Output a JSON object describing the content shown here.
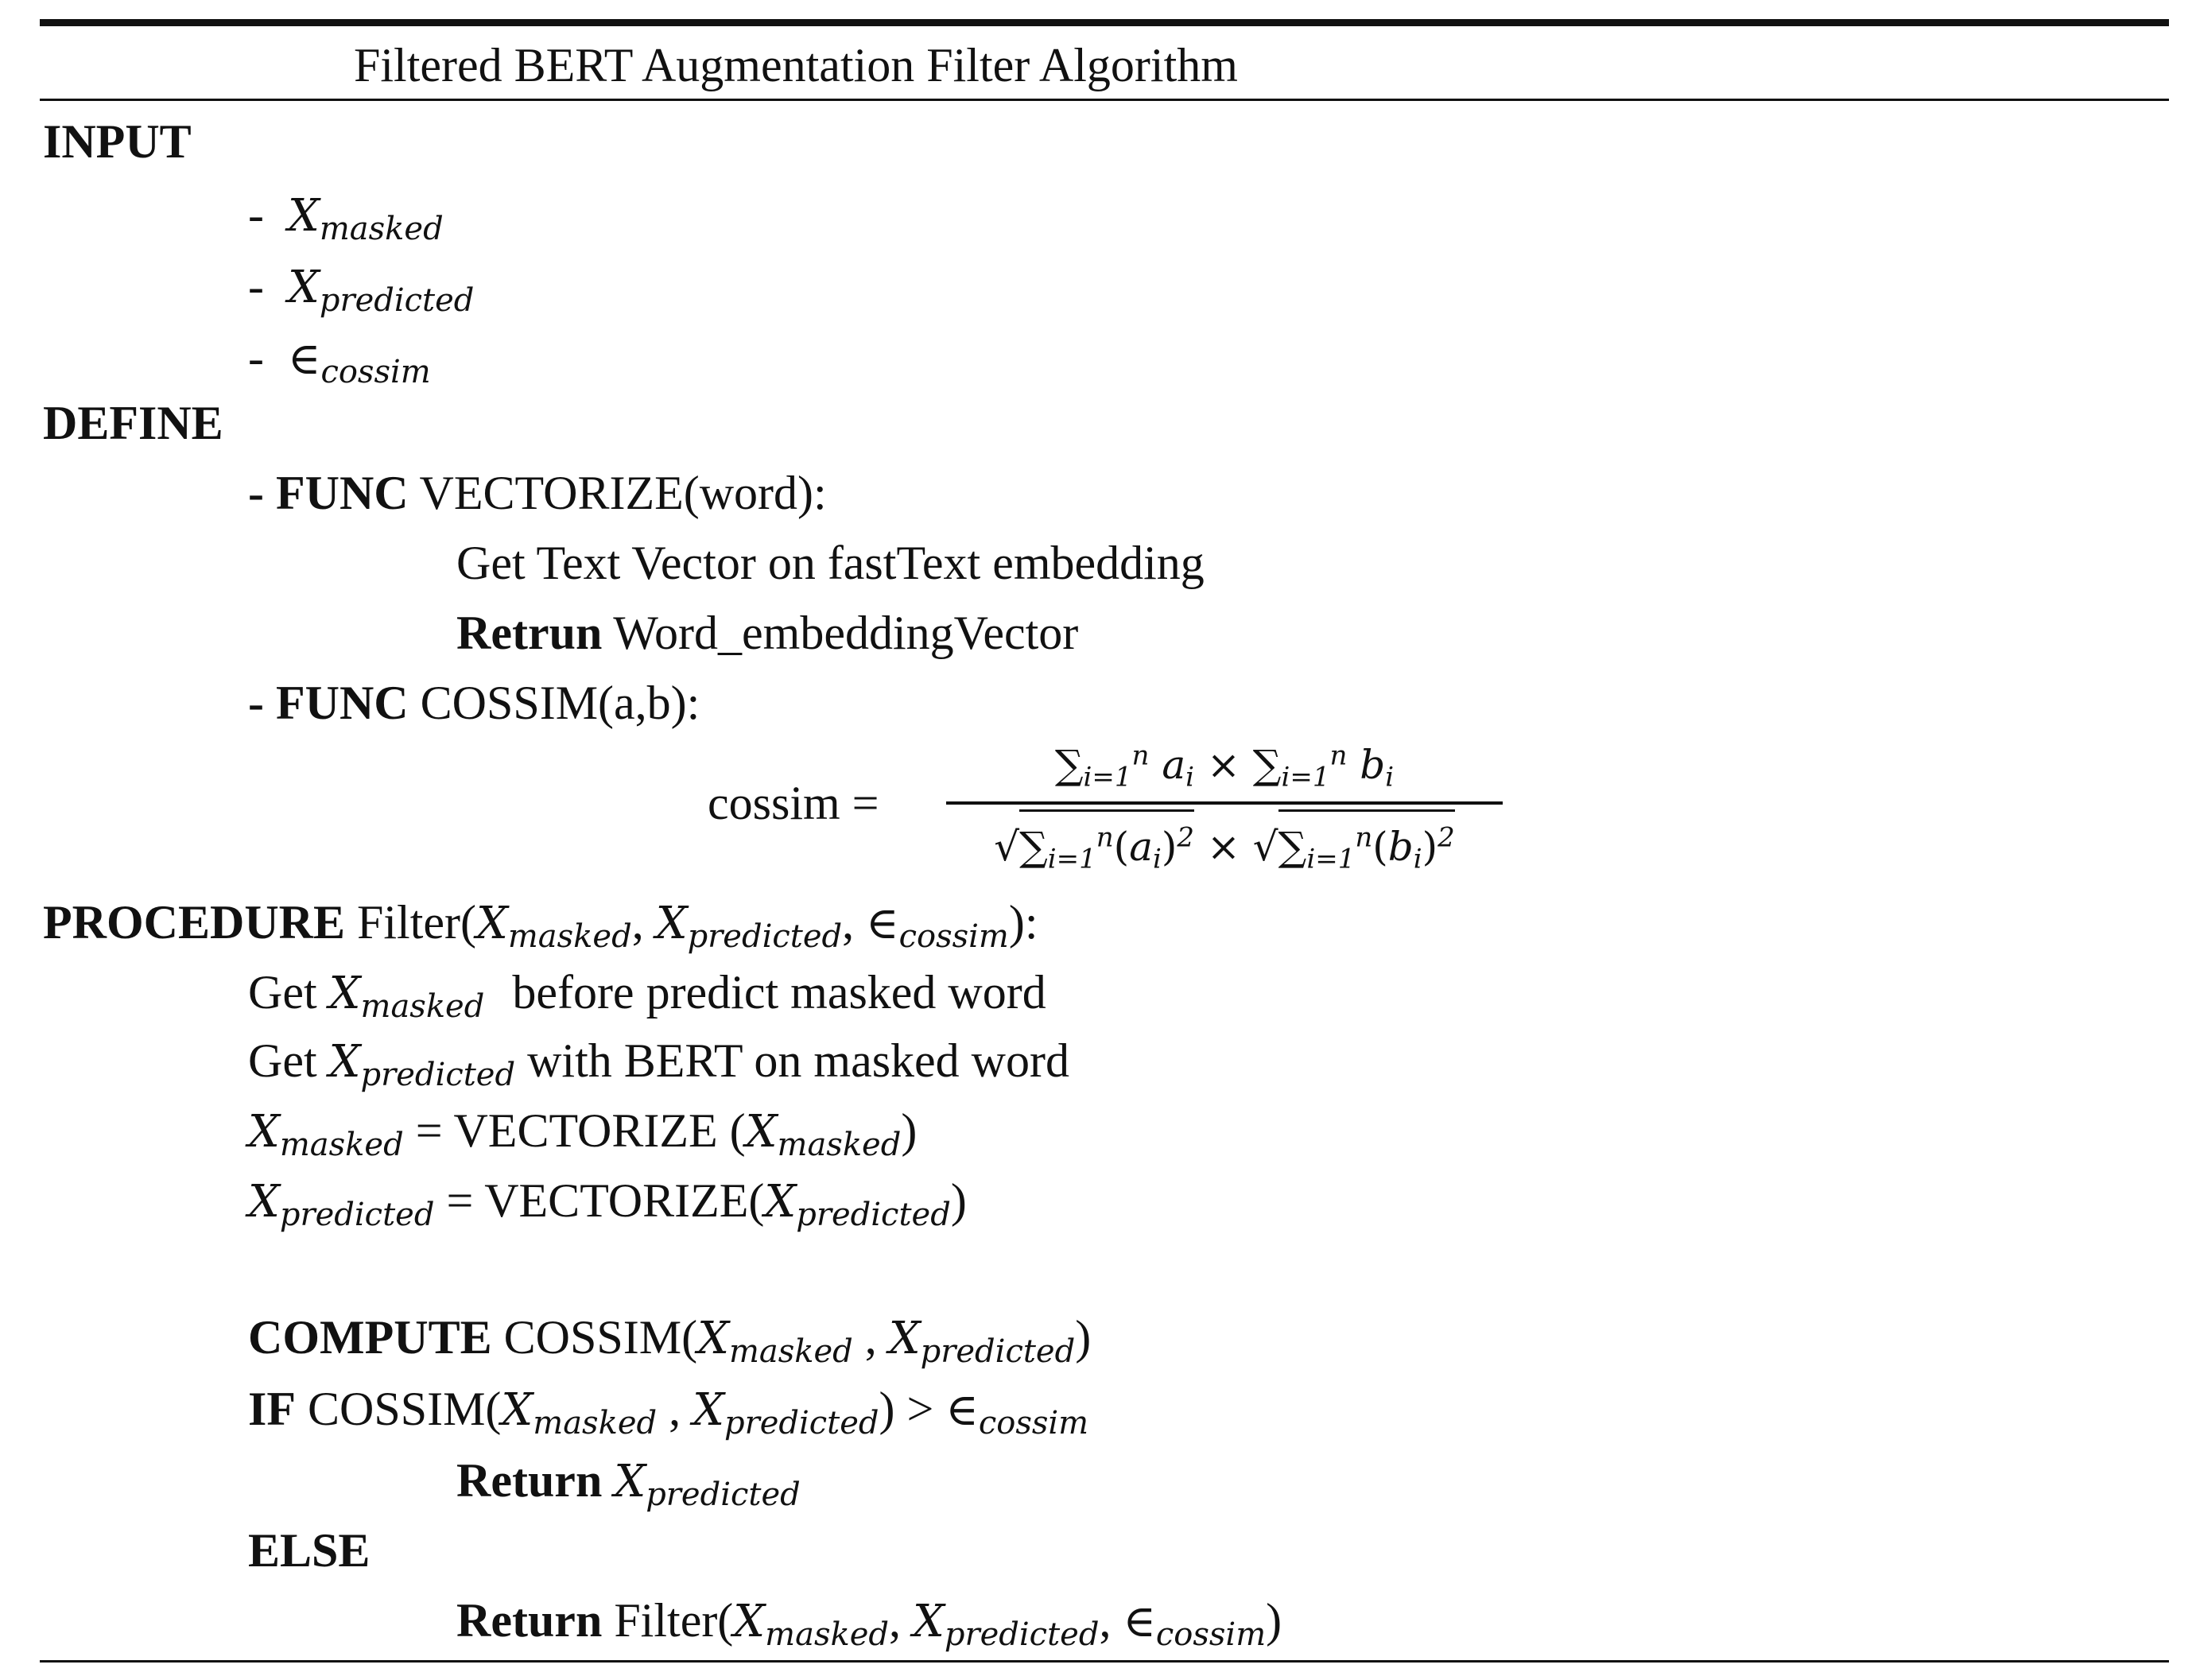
{
  "title": "Filtered BERT Augmentation Filter Algorithm",
  "sections": {
    "input": "INPUT",
    "define": "DEFINE",
    "procedure": "PROCEDURE"
  },
  "symbols": {
    "X": "X",
    "masked": "masked",
    "predicted": "predicted",
    "epsilon": "∈",
    "cossim_sub": "cossim"
  },
  "input_dash": "-",
  "define": {
    "func1": {
      "dash": "- ",
      "keyword": "FUNC",
      "signature": "VECTORIZE(word):",
      "body_line": "Get Text Vector on fastText embedding",
      "return_keyword": "Retrun",
      "return_value": "Word_embeddingVector"
    },
    "func2": {
      "dash": "- ",
      "keyword": "FUNC",
      "signature": "COSSIM(a,b):"
    },
    "formula": {
      "lhs": "cossim =",
      "sum": "∑",
      "lower": "i=1",
      "upper": "n",
      "a": "a",
      "b": "b",
      "i": "i",
      "times": "×",
      "sqrt": "√",
      "lparen": "(",
      "rparen": ")",
      "sq": "2"
    }
  },
  "procedure": {
    "name": "Filter(",
    "sep": ",",
    "close": "):",
    "get": "Get",
    "get_masked_tail": "before predict masked word",
    "get_predicted_tail": "with BERT on masked word",
    "assign_vectorize": "= VECTORIZE (",
    "assign_vectorize2": "= VECTORIZE(",
    "close_paren": ")",
    "compute_kw": "COMPUTE",
    "cossim_open": "COSSIM(",
    "if_kw": "IF",
    "gt": ") >",
    "return_kw": "Return",
    "else_kw": "ELSE",
    "filter_open": "Filter(",
    "comma": ","
  }
}
